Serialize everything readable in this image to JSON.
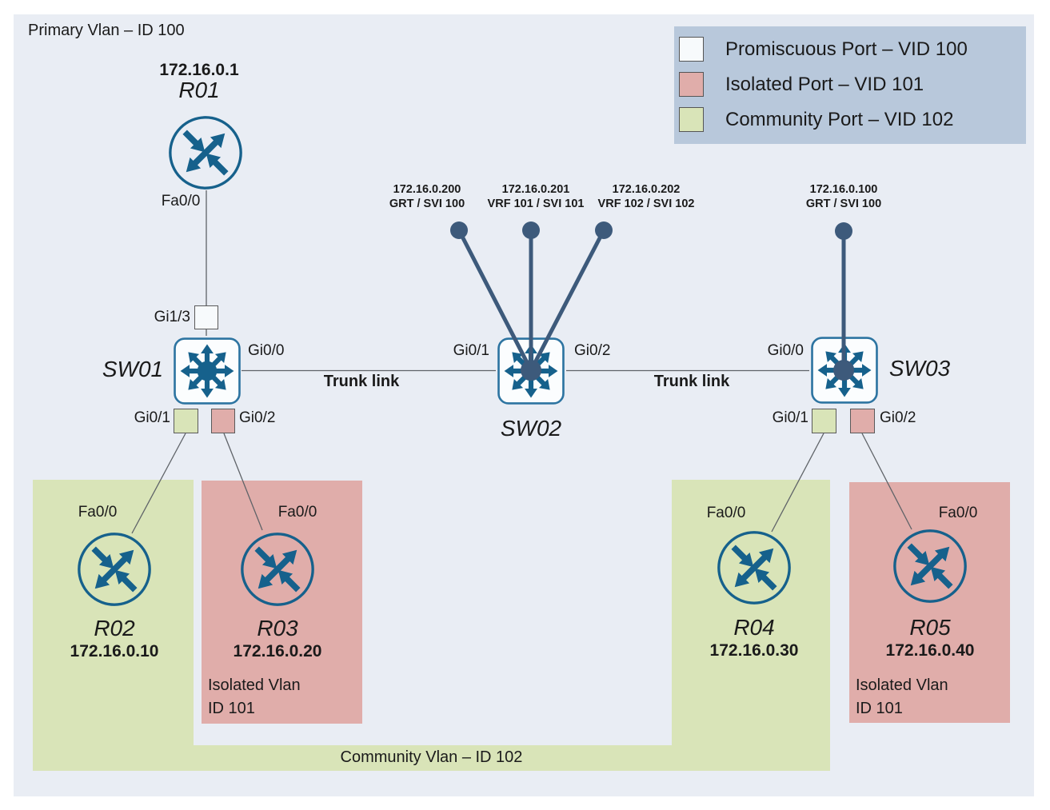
{
  "title": "Primary Vlan – ID 100",
  "legend": {
    "items": [
      {
        "label": "Promiscuous Port – VID 100",
        "color": "#f7fafc"
      },
      {
        "label": "Isolated Port – VID 101",
        "color": "#e0adaa"
      },
      {
        "label": "Community Port – VID 102",
        "color": "#d9e4b8"
      }
    ]
  },
  "nodes": {
    "r01": {
      "name": "R01",
      "ip": "172.16.0.1",
      "iface": "Fa0/0"
    },
    "r02": {
      "name": "R02",
      "ip": "172.16.0.10",
      "iface": "Fa0/0"
    },
    "r03": {
      "name": "R03",
      "ip": "172.16.0.20",
      "iface": "Fa0/0"
    },
    "r04": {
      "name": "R04",
      "ip": "172.16.0.30",
      "iface": "Fa0/0"
    },
    "r05": {
      "name": "R05",
      "ip": "172.16.0.40",
      "iface": "Fa0/0"
    },
    "sw01": {
      "name": "SW01",
      "port_uplink": "Gi1/3",
      "port_trunk": "Gi0/0",
      "port_community": "Gi0/1",
      "port_isolated": "Gi0/2"
    },
    "sw02": {
      "name": "SW02",
      "port_left": "Gi0/1",
      "port_right": "Gi0/2"
    },
    "sw03": {
      "name": "SW03",
      "port_trunk": "Gi0/0",
      "port_community": "Gi0/1",
      "port_isolated": "Gi0/2"
    }
  },
  "svis": [
    {
      "ip": "172.16.0.200",
      "label": "GRT / SVI 100"
    },
    {
      "ip": "172.16.0.201",
      "label": "VRF 101 / SVI 101"
    },
    {
      "ip": "172.16.0.202",
      "label": "VRF 102 / SVI 102"
    },
    {
      "ip": "172.16.0.100",
      "label": "GRT / SVI 100"
    }
  ],
  "links": {
    "trunk_left": "Trunk link",
    "trunk_right": "Trunk link"
  },
  "zones": {
    "community_label": "Community Vlan – ID 102",
    "isolated_left": {
      "line1": "Isolated Vlan",
      "line2": "ID 101"
    },
    "isolated_right": {
      "line1": "Isolated Vlan",
      "line2": "ID 101"
    }
  },
  "colors": {
    "canvas_bg": "#e9edf4",
    "legend_bg": "#b8c8db",
    "community_green": "#d9e4b8",
    "isolated_pink": "#e0adaa",
    "promiscuous_white": "#f7fafc",
    "icon_blue": "#16618c",
    "icon_border": "#2d74a1",
    "svi_navy": "#3d5a7b",
    "wire_grey": "#5f6368"
  }
}
